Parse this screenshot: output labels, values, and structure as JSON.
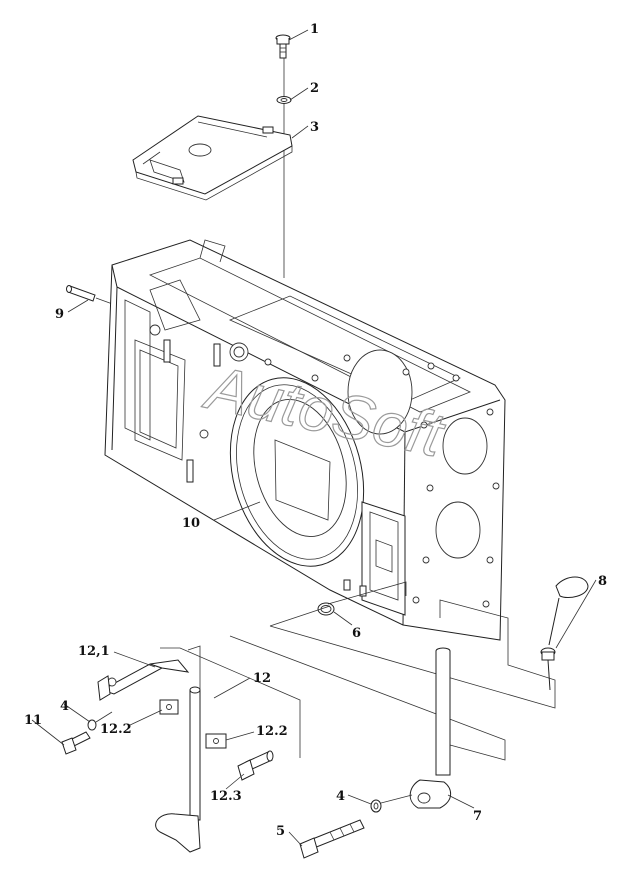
{
  "watermark": "AutoSoft",
  "callouts": [
    "1",
    "2",
    "3",
    "4",
    "5",
    "6",
    "7",
    "8",
    "9",
    "10",
    "11",
    "12",
    "12,1",
    "12.2",
    "12.2",
    "12.3",
    "4"
  ]
}
